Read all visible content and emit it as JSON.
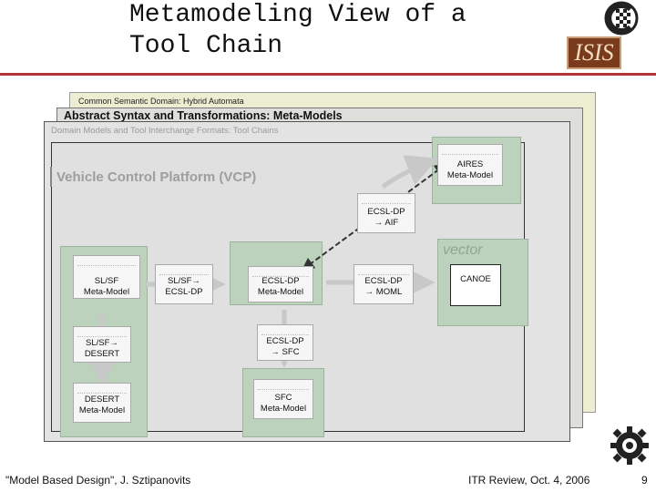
{
  "header": {
    "title_line1": "Metamodeling View of a",
    "title_line2": "Tool Chain"
  },
  "panels": {
    "semantic_domain": "Common Semantic Domain: Hybrid Automata",
    "abstract_syntax": "Abstract Syntax and Transformations: Meta-Models",
    "domain_models": "Domain Models and Tool Interchange Formats: Tool Chains",
    "platform": "Vehicle Control Platform (VCP)"
  },
  "nodes": {
    "aires": [
      "AIRES",
      "Meta-Model"
    ],
    "ecsl_aif": [
      "ECSL-DP",
      "→ AIF"
    ],
    "slsf_mm": [
      "SL/SF",
      "Meta-Model"
    ],
    "slsf_ecsl": [
      "SL/SF→",
      "ECSL-DP"
    ],
    "ecsl_mm": [
      "ECSL-DP",
      "Meta-Model"
    ],
    "ecsl_moml": [
      "ECSL-DP",
      "→ MOML"
    ],
    "canoe": [
      "CANOE"
    ],
    "slsf_desert": [
      "SL/SF→",
      "DESERT"
    ],
    "ecsl_sfc": [
      "ECSL-DP",
      "→ SFC"
    ],
    "desert_mm": [
      "DESERT",
      "Meta-Model"
    ],
    "sfc_mm": [
      "SFC",
      "Meta-Model"
    ]
  },
  "footer": {
    "left": "\"Model Based Design\", J. Sztipanovits",
    "center": "ITR Review, Oct. 4, 2006",
    "page": "9"
  },
  "colors": {
    "accent_rule": "#b0343a",
    "green_tile": "#bcd2bd",
    "panel_yellow": "#ededd2"
  }
}
